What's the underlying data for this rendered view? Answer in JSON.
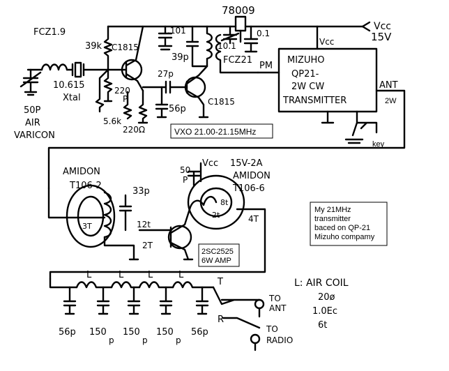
{
  "labels": {
    "ic_78009": "78009",
    "vcc_15v_arrow": "Vcc",
    "vcc_15v_value": "15V",
    "fcz219": "FCZ1.9",
    "r_39k": "39k",
    "q_c1815_top": "C1815",
    "c_101": ".101",
    "c_10_1": "10.1",
    "c_0_1": "0.1",
    "c_39p": "39p",
    "fcz221": "FCZ21",
    "vcc_module": "Vcc",
    "module_l1": "MIZUHO",
    "module_l2": "QP21-",
    "module_l3": "2W CW",
    "module_l4": "TRANSMITTER",
    "ant_label": "ANT",
    "ant_2w": "2W",
    "key": "key",
    "xtal_freq": "10.615",
    "xtal": "Xtal",
    "c_27p": "27p",
    "pm": "PM",
    "r_220p": "220",
    "r_220p_unit": "P",
    "c_56p_top": "56p",
    "q_c1815_bottom": "C1815",
    "r_5_6k": "5.6k",
    "r_220_ohm": "220Ω",
    "varicon_cap": "50P",
    "varicon_air": "AIR",
    "varicon": "VARICON",
    "vxo_box": "VXO 21.00-21.15MHz",
    "amidon_left": "AMIDON",
    "t106_2": "T106-2",
    "c_33p": "33p",
    "turns_12t": "12t",
    "turns_3t": "3T",
    "turns_2t": "2T",
    "vcc_amp": "Vcc",
    "c_50p_amp": "50",
    "c_50p_amp_unit": "P",
    "supply_15v_2a": "15V-2A",
    "amidon_right": "AMIDON",
    "t106_6": "T106-6",
    "turns_8t": "8t",
    "turns_2t_right": "2t",
    "turns_4t": "4T",
    "amp_box_l1": "2SC2525",
    "amp_box_l2": "6W AMP",
    "note_l1": "My 21MHz",
    "note_l2": "transmitter",
    "note_l3": "baced on QP-21",
    "note_l4": "Mizuho compamy",
    "l1": "L",
    "l2": "L",
    "l3": "L",
    "l4": "L",
    "air_coil_title": "L: AIR COIL",
    "air_coil_1": "20ø",
    "air_coil_2": "1.0Ec",
    "air_coil_3": "6t",
    "sw_t": "T",
    "sw_r": "R",
    "to_ant_1": "TO",
    "to_ant_2": "ANT",
    "to_radio_1": "TO",
    "to_radio_2": "RADIO",
    "c_56p_a": "56p",
    "c_150p_a": "150",
    "c_150p_a_unit": "p",
    "c_150p_b": "150",
    "c_150p_b_unit": "p",
    "c_150p_c": "150",
    "c_150p_c_unit": "p",
    "c_56p_b": "56p"
  }
}
